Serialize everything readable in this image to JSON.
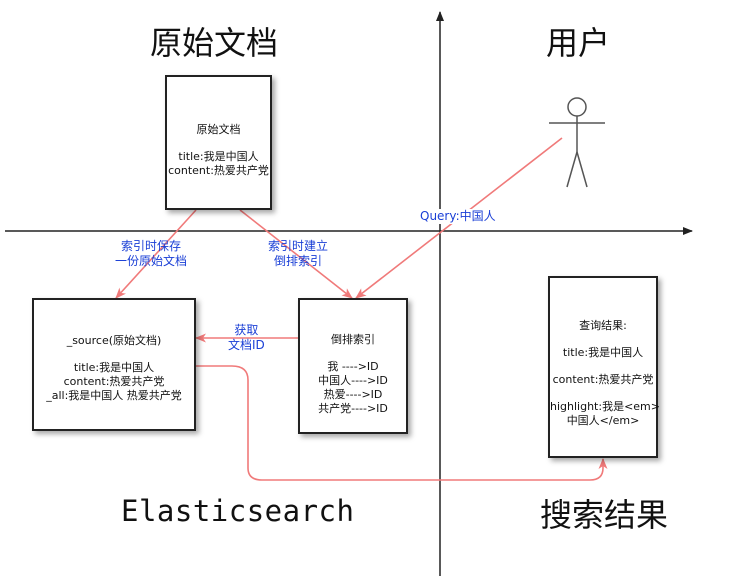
{
  "section_titles": {
    "original_docs": "原始文档",
    "user": "用户",
    "elasticsearch": "Elasticsearch",
    "search_results": "搜索结果"
  },
  "original_doc_box": {
    "heading": "原始文档",
    "title_line": "title:我是中国人",
    "content_line": "content:热爱共产党"
  },
  "source_box": {
    "heading": "_source(原始文档)",
    "title_line": "title:我是中国人",
    "content_line": "content:热爱共产党",
    "all_line": "_all:我是中国人 热爱共产党"
  },
  "inverted_index_box": {
    "heading": "倒排索引",
    "entries": [
      "我 ---->ID",
      "中国人---->ID",
      "热爱---->ID",
      "共产党---->ID"
    ]
  },
  "result_box": {
    "heading": "查询结果:",
    "title_line": "title:我是中国人",
    "content_line": "content:热爱共产党",
    "highlight_line1": "highlight:我是<em>",
    "highlight_line2": "中国人</em>"
  },
  "edge_labels": {
    "save_copy_line1": "索引时保存",
    "save_copy_line2": "一份原始文档",
    "build_index_line1": "索引时建立",
    "build_index_line2": "倒排索引",
    "fetch_line1": "获取",
    "fetch_line2": "文档ID",
    "query": "Query:中国人"
  },
  "colors": {
    "arrow": "#f07a7a",
    "label_text": "#1a3fd6",
    "axis": "#222222"
  }
}
